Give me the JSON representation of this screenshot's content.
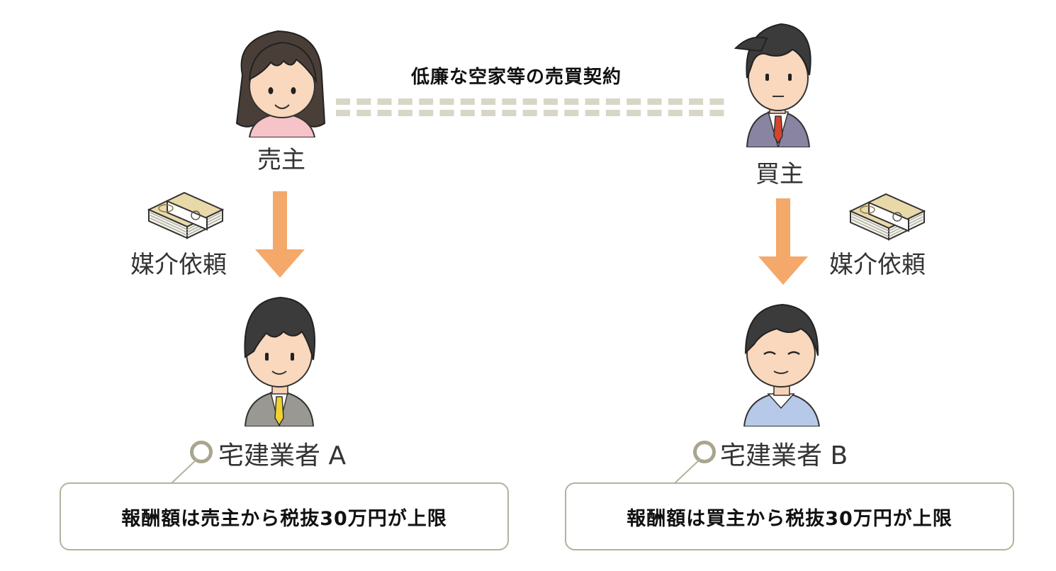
{
  "contract": {
    "label": "低廉な空家等の売買契約"
  },
  "seller": {
    "label": "売主"
  },
  "buyer": {
    "label": "買主"
  },
  "left_request": {
    "label": "媒介依頼"
  },
  "right_request": {
    "label": "媒介依頼"
  },
  "agent_a": {
    "label": "宅建業者 A",
    "note": "報酬額は売主から税抜30万円が上限"
  },
  "agent_b": {
    "label": "宅建業者 B",
    "note": "報酬額は買主から税抜30万円が上限"
  },
  "colors": {
    "arrow": "#f4a86a",
    "dash": "#d8d6c7",
    "box_border": "#b5b29c",
    "circle": "#a9a58e"
  }
}
